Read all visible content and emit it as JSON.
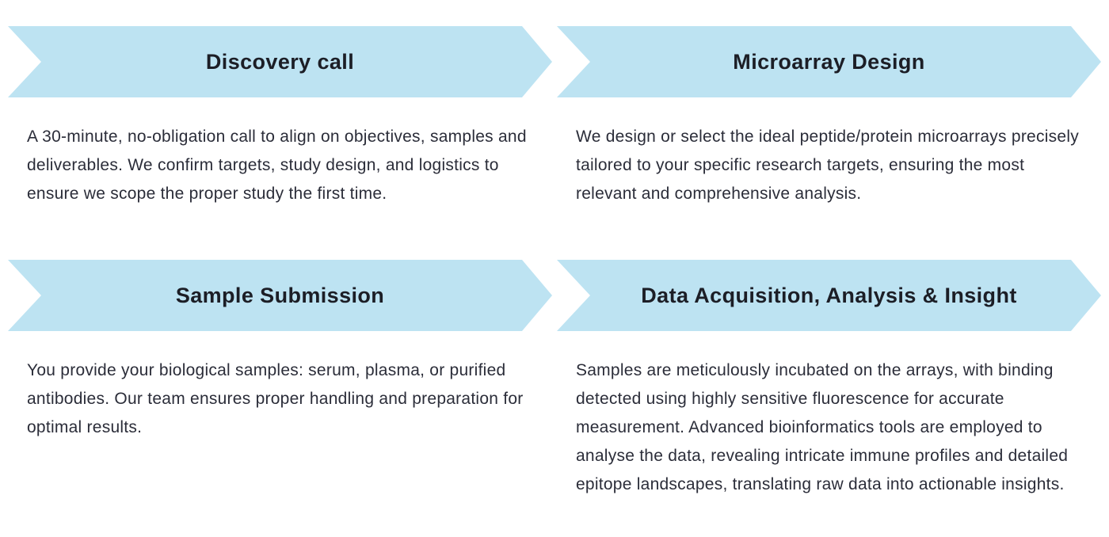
{
  "colors": {
    "banner_blue": "#bde3f2",
    "title_text": "#1c1e26",
    "body_text": "#2b2d39",
    "page_bg": "#ffffff"
  },
  "steps": [
    {
      "title": "Discovery call",
      "description": "A 30-minute, no-obligation call to align on objectives, samples and deliverables. We confirm targets, study design, and logistics to ensure we scope the proper study the first time."
    },
    {
      "title": "Microarray Design",
      "description": "We design or select the ideal peptide/protein microarrays precisely tailored to your specific research targets, ensuring the most relevant and comprehensive analysis."
    },
    {
      "title": "Sample Submission",
      "description": "You provide your biological samples: serum, plasma, or purified antibodies. Our team ensures proper handling and preparation for optimal results."
    },
    {
      "title": "Data Acquisition, Analysis & Insight",
      "description": "Samples are meticulously incubated on the arrays, with binding detected using highly sensitive fluorescence for accurate measurement. Advanced bioinformatics tools are employed to analyse the data, revealing intricate immune profiles and detailed epitope landscapes, translating raw data into actionable insights."
    }
  ]
}
